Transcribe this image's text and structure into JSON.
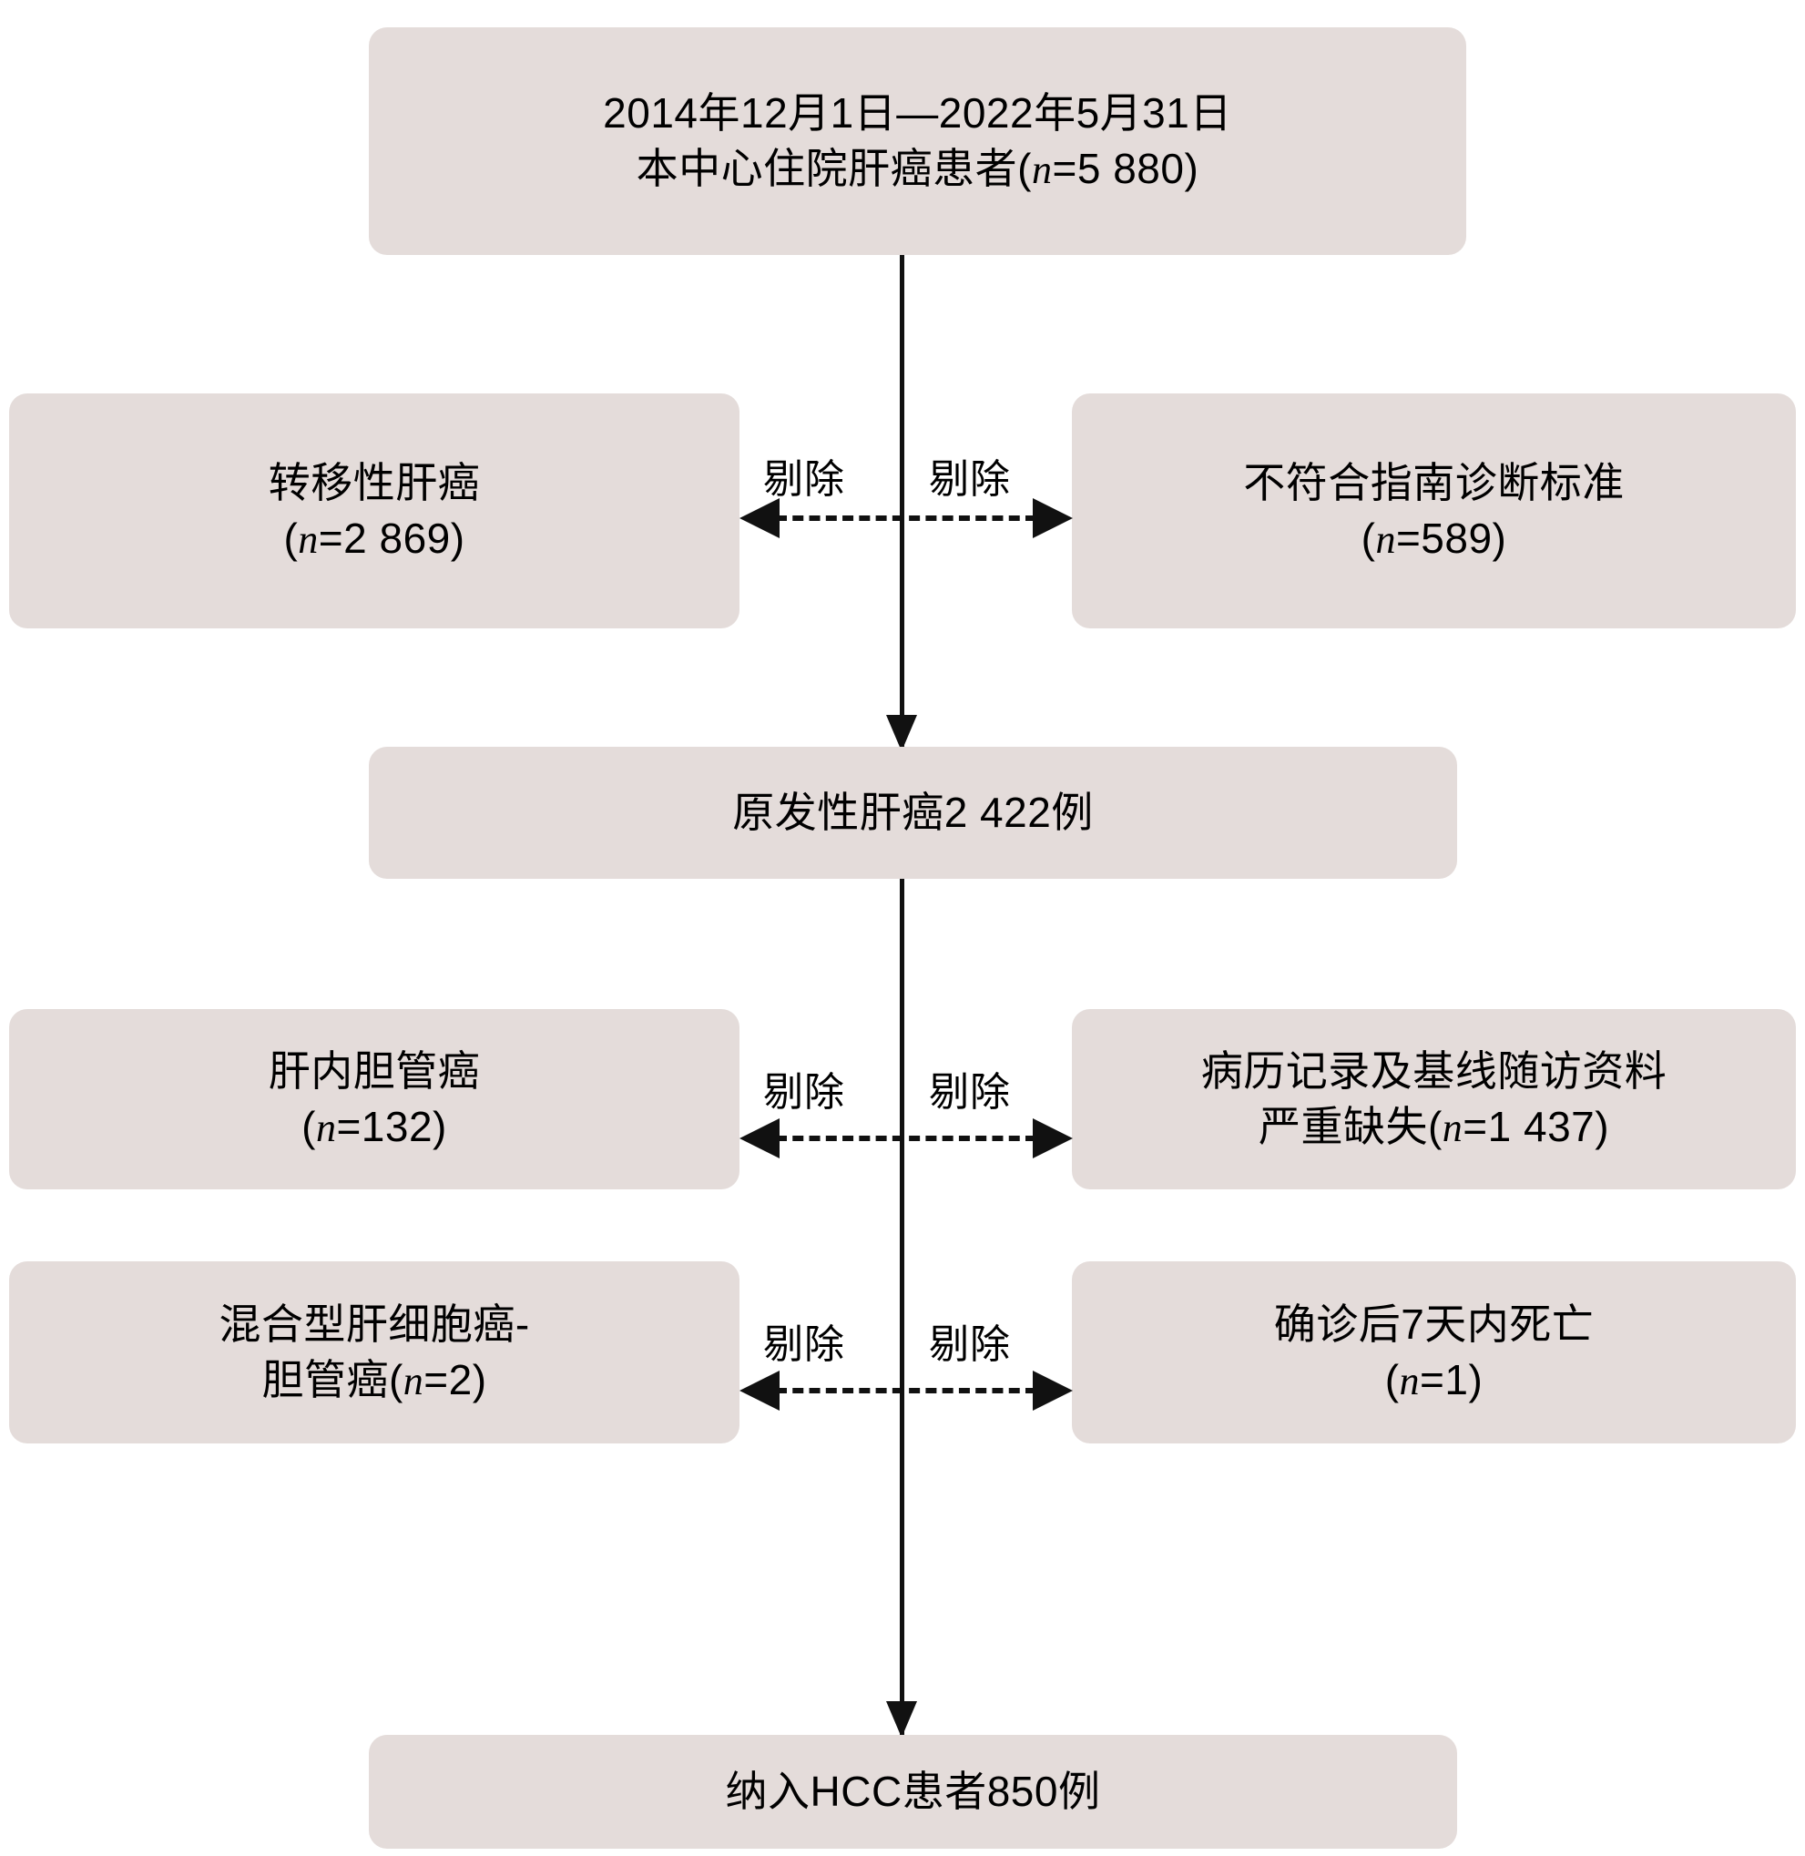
{
  "figure": {
    "type": "flowchart",
    "kind": "patient-selection-flow-diagram",
    "language": "zh-CN",
    "box_fill_color": "#E4DCDA",
    "line_color": "#111111",
    "background_color": "#FFFFFF"
  },
  "nodes": {
    "source": {
      "id": "source-cohort",
      "line1": "2014年12月1日—2022年5月31日",
      "line2_pre": "本中心住院肝癌患者(",
      "line2_var": "n",
      "line2_post": "=5 880)",
      "count": 5880
    },
    "primary": {
      "id": "primary-liver-cancer",
      "text": "原发性肝癌2 422例",
      "count": 2422
    },
    "final": {
      "id": "included-hcc",
      "text": "纳入HCC患者850例",
      "count": 850
    }
  },
  "exclusions": [
    {
      "step": 1,
      "label_left": "剔除",
      "label_right": "剔除",
      "left": {
        "id": "metastatic-liver-cancer",
        "line1": "转移性肝癌",
        "line2_pre": "(",
        "line2_var": "n",
        "line2_post": "=2 869)",
        "count": 2869
      },
      "right": {
        "id": "not-meeting-guideline-criteria",
        "line1": "不符合指南诊断标准",
        "line2_pre": "(",
        "line2_var": "n",
        "line2_post": "=589)",
        "count": 589
      }
    },
    {
      "step": 2,
      "label_left": "剔除",
      "label_right": "剔除",
      "left": {
        "id": "intrahepatic-cholangiocarcinoma",
        "line1": "肝内胆管癌",
        "line2_pre": "(",
        "line2_var": "n",
        "line2_post": "=132)",
        "count": 132
      },
      "right": {
        "id": "missing-records",
        "line1": "病历记录及基线随访资料",
        "line2_pre": "严重缺失(",
        "line2_var": "n",
        "line2_post": "=1 437)",
        "count": 1437
      }
    },
    {
      "step": 3,
      "label_left": "剔除",
      "label_right": "剔除",
      "left": {
        "id": "mixed-hcc-cca",
        "line1": "混合型肝细胞癌-",
        "line2_pre": "胆管癌(",
        "line2_var": "n",
        "line2_post": "=2)",
        "count": 2
      },
      "right": {
        "id": "death-within-7-days",
        "line1": "确诊后7天内死亡",
        "line2_pre": "(",
        "line2_var": "n",
        "line2_post": "=1)",
        "count": 1
      }
    }
  ]
}
